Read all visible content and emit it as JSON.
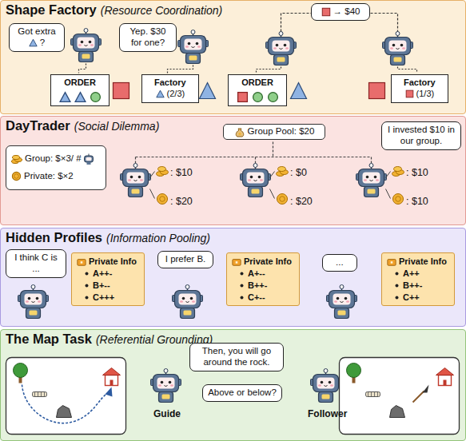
{
  "diagram": {
    "nodes": [
      {
        "text": [
          "Shape Factory",
          "(Resource Coordination)"
        ]
      },
      {
        "text": [
          "Got extra",
          "?"
        ],
        "in": 0
      },
      {
        "text": [
          "Yep. $30 for one?"
        ],
        "in": 0
      },
      {
        "text": [
          "ORDER"
        ],
        "in": 0
      },
      {
        "text": [
          "Factory",
          "(2/3)"
        ],
        "in": 0
      },
      {
        "text": [
          "→ $40"
        ],
        "in": 0
      },
      {
        "text": [
          "ORDER"
        ],
        "in": 0
      },
      {
        "text": [
          "Factory",
          "(1/3)"
        ],
        "in": 0
      },
      {
        "text": [
          "DayTrader",
          "(Social Dilemma)"
        ]
      },
      {
        "text": [
          "Group: $×3/ #",
          "Private: $×2"
        ],
        "in": 8
      },
      {
        "text": [
          "Group Pool: $20"
        ],
        "in": 8
      },
      {
        "text": [
          "I invested $10 in our group."
        ],
        "in": 8
      },
      {
        "text": [
          "Hidden Profiles",
          "(Information Pooling)"
        ]
      },
      {
        "text": [
          "I think C is ..."
        ],
        "in": 12
      },
      {
        "text": [
          "Private Info",
          "A++-",
          "B+--",
          "C+++"
        ],
        "in": 12
      },
      {
        "text": [
          "I prefer B."
        ],
        "in": 12
      },
      {
        "text": [
          "Private Info",
          "A+--",
          "B++-",
          "C+--"
        ],
        "in": 12
      },
      {
        "text": [
          "..."
        ],
        "in": 12
      },
      {
        "text": [
          "Private Info",
          "A++",
          "B++-",
          "C++"
        ],
        "in": 12
      },
      {
        "text": [
          "The Map Task",
          "(Referential Grounding)"
        ]
      },
      {
        "text": [
          "Then, you will go around the rock."
        ],
        "in": 19
      },
      {
        "text": [
          "Above or below?"
        ],
        "in": 19
      }
    ],
    "labels": [
      ": $10",
      ": $20",
      ": $0",
      ": $20",
      ": $10",
      ": $10",
      "Guide",
      "Follower"
    ]
  }
}
